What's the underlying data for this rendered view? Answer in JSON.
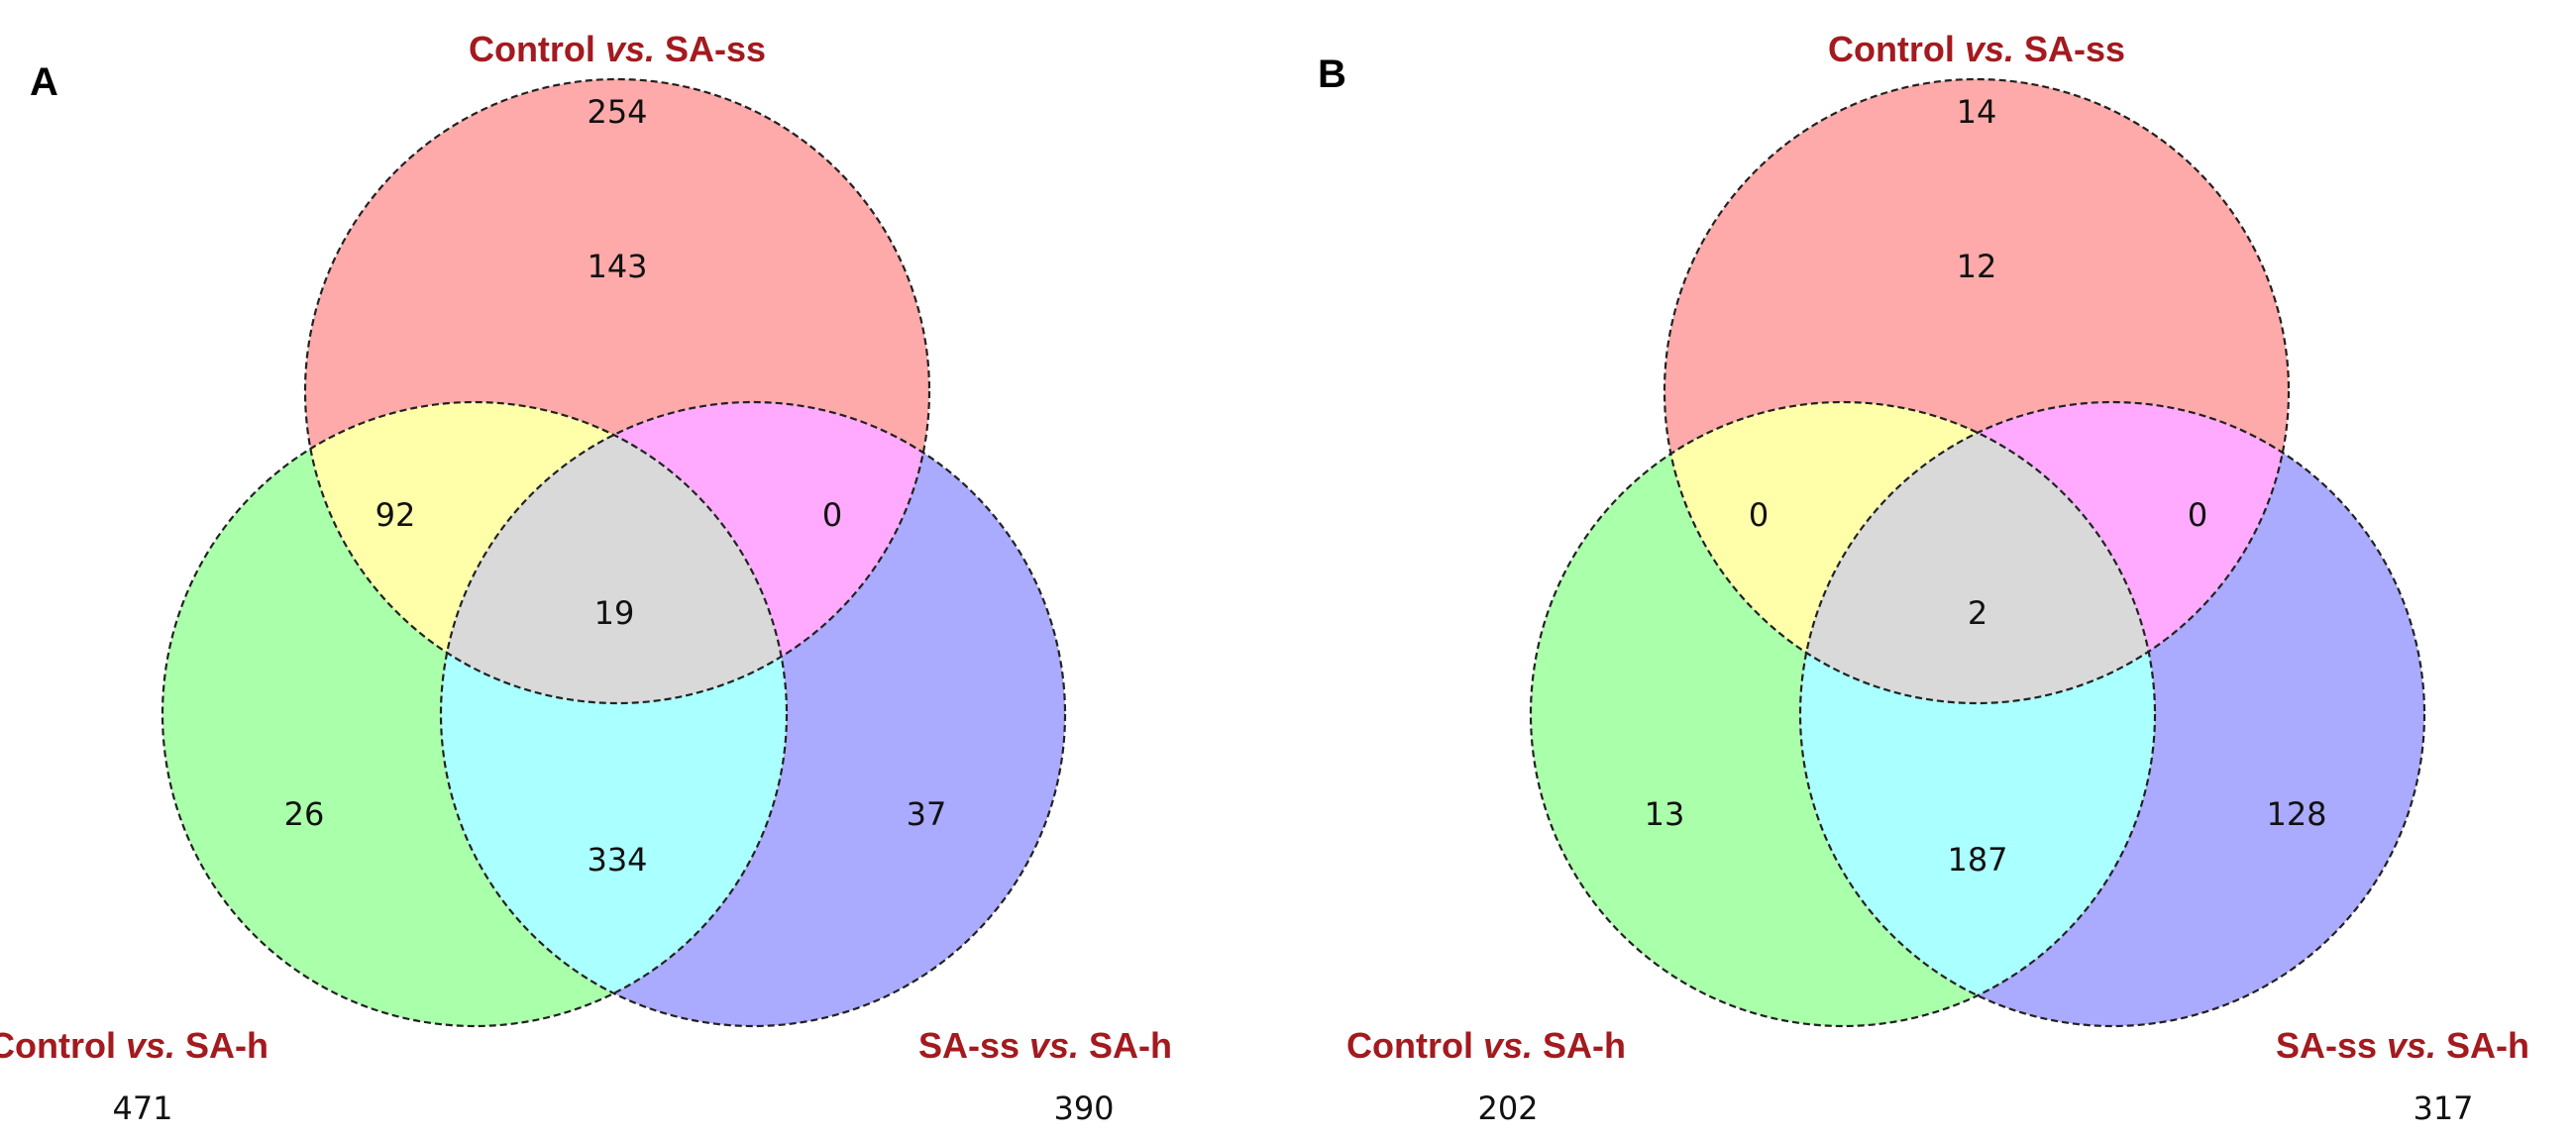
{
  "colors": {
    "set1_only": "#ffaaaa",
    "set2_only": "#aaffaa",
    "set3_only": "#aaaaff",
    "set1_set2": "#ffffaa",
    "set1_set3": "#ffaaff",
    "set2_set3": "#aaffff",
    "all_three": "#d9d9d9",
    "title_color": "#a31a1f"
  },
  "panels": [
    {
      "letter": "A",
      "sets": {
        "top": {
          "name_a": "Control ",
          "name_vs": "vs.",
          "name_b": " SA-ss",
          "total": "254"
        },
        "left": {
          "name_a": "Control ",
          "name_vs": "vs.",
          "name_b": " SA-h",
          "total": "471"
        },
        "right": {
          "name_a": "SA-ss ",
          "name_vs": "vs.",
          "name_b": " SA-h",
          "total": "390"
        }
      },
      "regions": {
        "top_only": "143",
        "left_only": "26",
        "right_only": "37",
        "top_left": "92",
        "top_right": "0",
        "left_right": "334",
        "all": "19"
      }
    },
    {
      "letter": "B",
      "sets": {
        "top": {
          "name_a": "Control ",
          "name_vs": "vs.",
          "name_b": " SA-ss",
          "total": "14"
        },
        "left": {
          "name_a": "Control ",
          "name_vs": "vs.",
          "name_b": " SA-h",
          "total": "202"
        },
        "right": {
          "name_a": "SA-ss ",
          "name_vs": "vs.",
          "name_b": " SA-h",
          "total": "317"
        }
      },
      "regions": {
        "top_only": "12",
        "left_only": "13",
        "right_only": "128",
        "top_left": "0",
        "top_right": "0",
        "left_right": "187",
        "all": "2"
      }
    }
  ]
}
